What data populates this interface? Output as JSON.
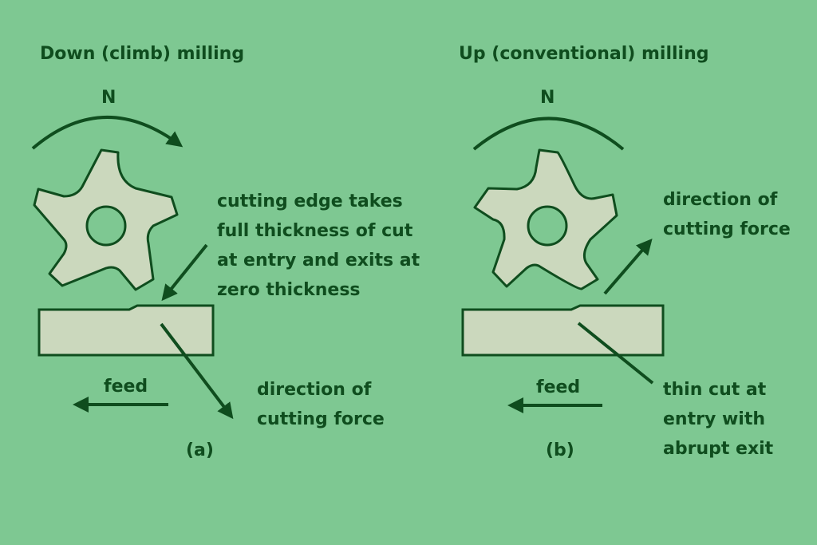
{
  "colors": {
    "background": "#7ec892",
    "ink": "#0f4d1e",
    "part_fill": "#cbd8bd"
  },
  "panel_a": {
    "title": "Down (climb) milling",
    "rotation_label": "N",
    "rotation_arrow": "clockwise",
    "edge_note": "cutting edge takes\nfull thickness of cut\nat entry and exits at\nzero thickness",
    "force_label": "direction of\ncutting force",
    "force_direction": "down-right",
    "feed_label": "feed",
    "feed_direction": "left",
    "caption": "(a)"
  },
  "panel_b": {
    "title": "Up (conventional) milling",
    "rotation_label": "N",
    "rotation_arrow": "none",
    "force_label": "direction of\ncutting force",
    "force_direction": "up-right",
    "exit_note": "thin cut at\nentry with\nabrupt exit",
    "feed_label": "feed",
    "feed_direction": "left",
    "caption": "(b)"
  }
}
